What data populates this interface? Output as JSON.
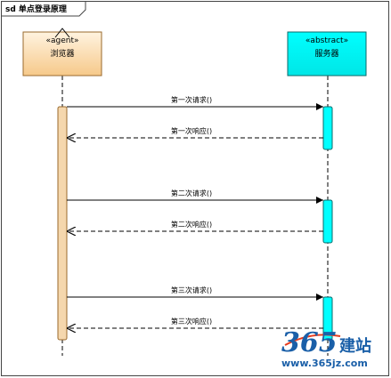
{
  "frame": {
    "title": "sd 单点登录原理"
  },
  "lifelines": [
    {
      "id": "browser",
      "stereotype": "«agent»",
      "name": "浏览器",
      "fill_top": "#fff3e0",
      "fill_bottom": "#f6c98a",
      "stroke": "#9a6a2c"
    },
    {
      "id": "server",
      "stereotype": "«abstract»",
      "name": "服务器",
      "fill_top": "#00ffff",
      "fill_bottom": "#00e6e6",
      "stroke": "#0a6a6a"
    }
  ],
  "messages": [
    {
      "label": "第一次请求()",
      "type": "sync"
    },
    {
      "label": "第一次响应()",
      "type": "return"
    },
    {
      "label": "第二次请求()",
      "type": "sync"
    },
    {
      "label": "第二次响应()",
      "type": "return"
    },
    {
      "label": "第三次请求()",
      "type": "sync"
    },
    {
      "label": "第三次响应()",
      "type": "return"
    }
  ],
  "colors": {
    "activation_browser": "#f5d7ad",
    "activation_server": "#00ffff",
    "line": "#000000",
    "frame_border": "#444444"
  },
  "watermark": {
    "number": "365",
    "word": "建站",
    "url": "www.365jz.com",
    "color": "#1a5fa8",
    "accent": "#e63c1e"
  }
}
